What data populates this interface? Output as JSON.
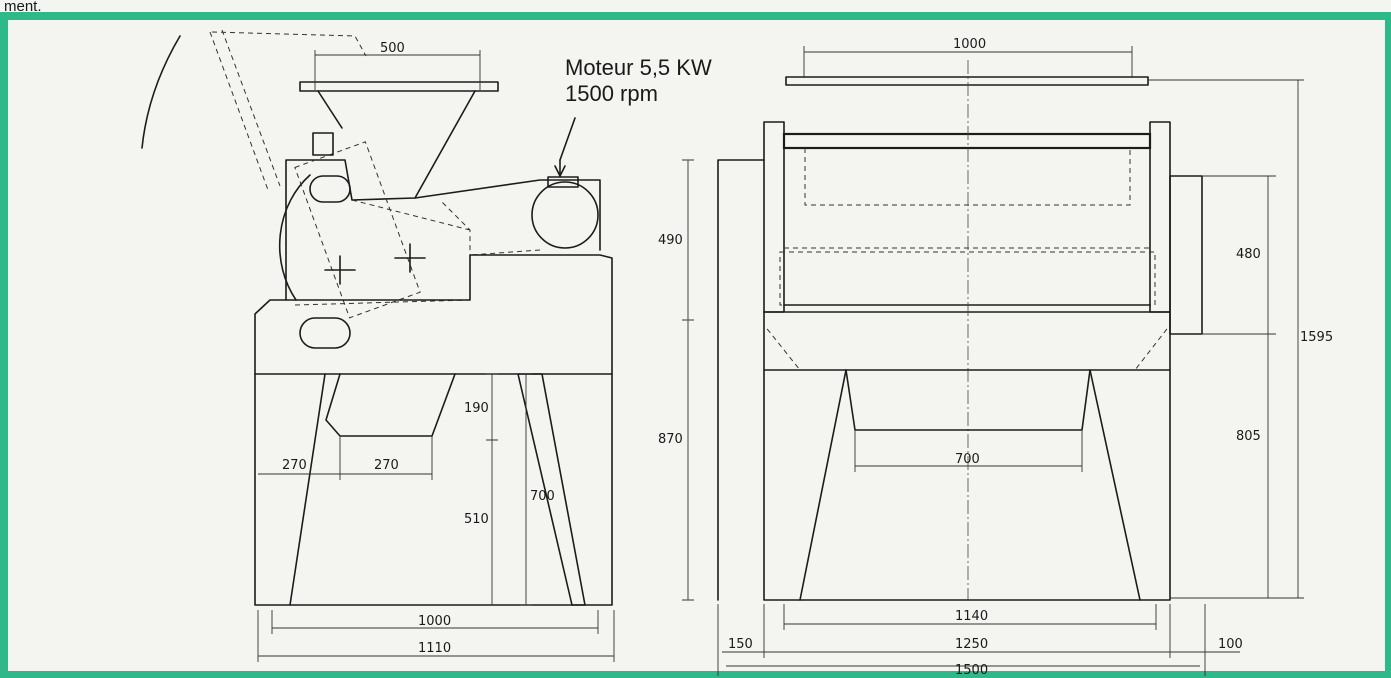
{
  "page": {
    "caption_fragment": "ment.",
    "frame_color": "#2fb889",
    "paper_color": "#f4f4f1"
  },
  "motor": {
    "line1": "Moteur 5,5 KW",
    "line2": "1500 rpm"
  },
  "side_view_dims": {
    "hopper_width": "500",
    "upper_leg_gap": "190",
    "left_offset": "270",
    "inner_opening": "270",
    "leg_height_inner": "510",
    "leg_height": "700",
    "base_inner": "1000",
    "base_outer": "1110"
  },
  "front_view_dims": {
    "hopper_top": "1000",
    "upper_height": "490",
    "lower_height": "870",
    "motor_box_height": "480",
    "right_lower_height": "805",
    "total_height": "1595",
    "bottom_opening": "700",
    "base_inner": "1140",
    "base_outer": "1250",
    "overall_width": "1500",
    "left_overhang": "150",
    "right_overhang": "100"
  }
}
